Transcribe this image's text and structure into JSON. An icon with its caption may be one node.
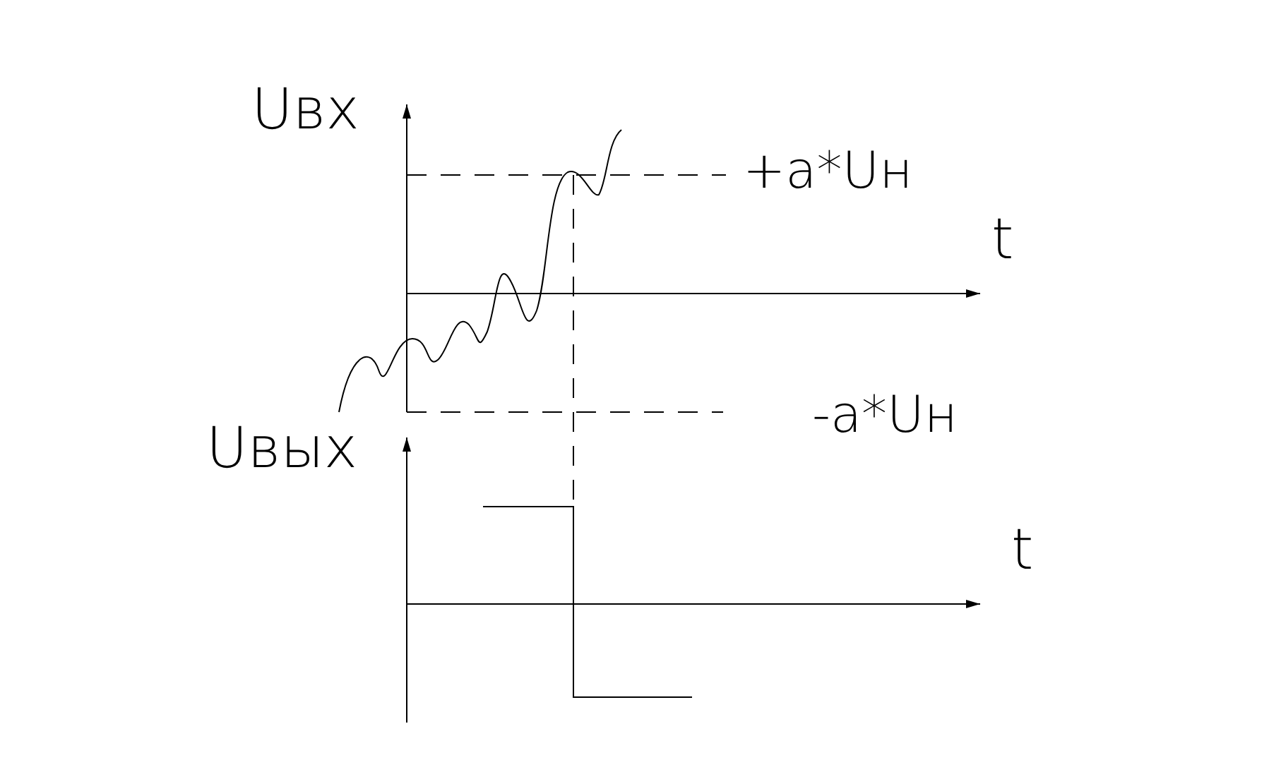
{
  "diagram": {
    "labels": [
      "Uвх",
      "+a*Uн",
      "t",
      "-a*Uн",
      "Uвых",
      "t"
    ]
  }
}
